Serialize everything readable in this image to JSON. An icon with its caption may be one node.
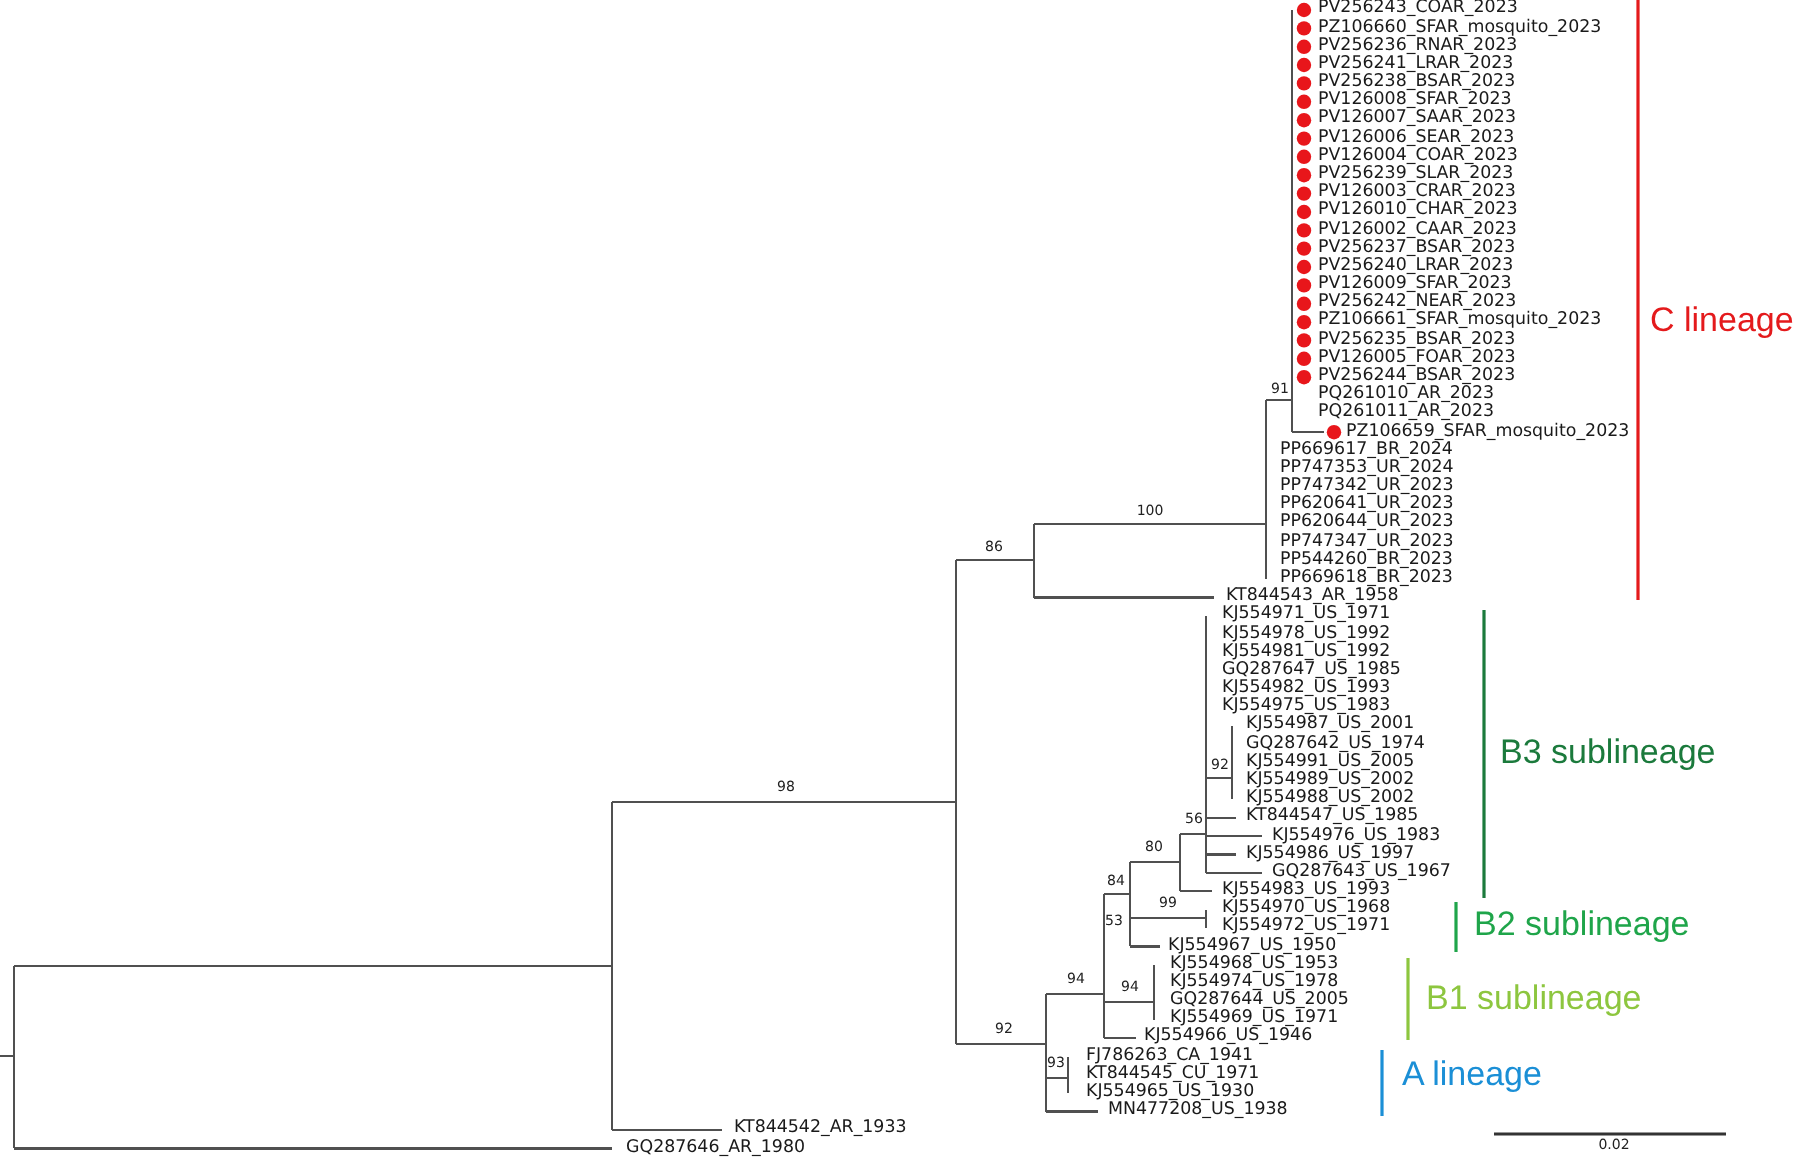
{
  "diagram": {
    "labels": [
      "PV256243_COAR_2023",
      "PZ106660_SFAR_mosquito_2023",
      "PV256236_RNAR_2023",
      "PV256241_LRAR_2023",
      "PV256238_BSAR_2023",
      "PV126008_SFAR_2023",
      "PV126007_SAAR_2023",
      "PV126006_SEAR_2023",
      "PV126004_COAR_2023",
      "PV256239_SLAR_2023",
      "PV126003_CRAR_2023",
      "PV126010_CHAR_2023",
      "PV126002_CAAR_2023",
      "PV256237_BSAR_2023",
      "PV256240_LRAR_2023",
      "PV126009_SFAR_2023",
      "PV256242_NEAR_2023",
      "PZ106661_SFAR_mosquito_2023",
      "C lineage",
      "PV256235_BSAR_2023",
      "PV126005_FOAR_2023",
      "PV256244_BSAR_2023",
      "91",
      "PQ261010_AR_2023",
      "PQ261011_AR_2023",
      "PZ106659_SFAR_mosquito_2023",
      "PP669617_BR_2024",
      "PP747353_UR_2024",
      "PP747342_UR_2023",
      "100",
      "PP620641_UR_2023",
      "PP620644_UR_2023",
      "86",
      "PP747347_UR_2023",
      "PP544260_BR_2023",
      "PP669618_BR_2023",
      "KT844543_AR_1958",
      "KJ554971_US_1971",
      "KJ554978_US_1992",
      "KJ554981_US_1992",
      "GQ287647_US_1985",
      "KJ554982_US_1993",
      "KJ554975_US_1983",
      "KJ554987_US_2001",
      "GQ287642_US_1974",
      "B3 sublineage",
      "92",
      "KJ554991_US_2005",
      "98",
      "KJ554989_US_2002",
      "KJ554988_US_2002",
      "56",
      "KT844547_US_1985",
      "80",
      "KJ554976_US_1983",
      "KJ554986_US_1997",
      "GQ287643_US_1967",
      "84",
      "KJ554983_US_1993",
      "53",
      "99",
      "KJ554970_US_1968",
      "B2 sublineage",
      "KJ554972_US_1971",
      "KJ554967_US_1950",
      "KJ554968_US_1953",
      "94",
      "94",
      "KJ554974_US_1978",
      "B1 sublineage",
      "GQ287644_US_2005",
      "KJ554969_US_1971",
      "92",
      "KJ554966_US_1946",
      "FJ786263_CA_1941",
      "93",
      "KT844545_CU_1971",
      "A lineage",
      "KJ554965_US_1930",
      "MN477208_US_1938",
      "KT844542_AR_1933",
      "0.02",
      "GQ287646_AR_1980"
    ]
  }
}
